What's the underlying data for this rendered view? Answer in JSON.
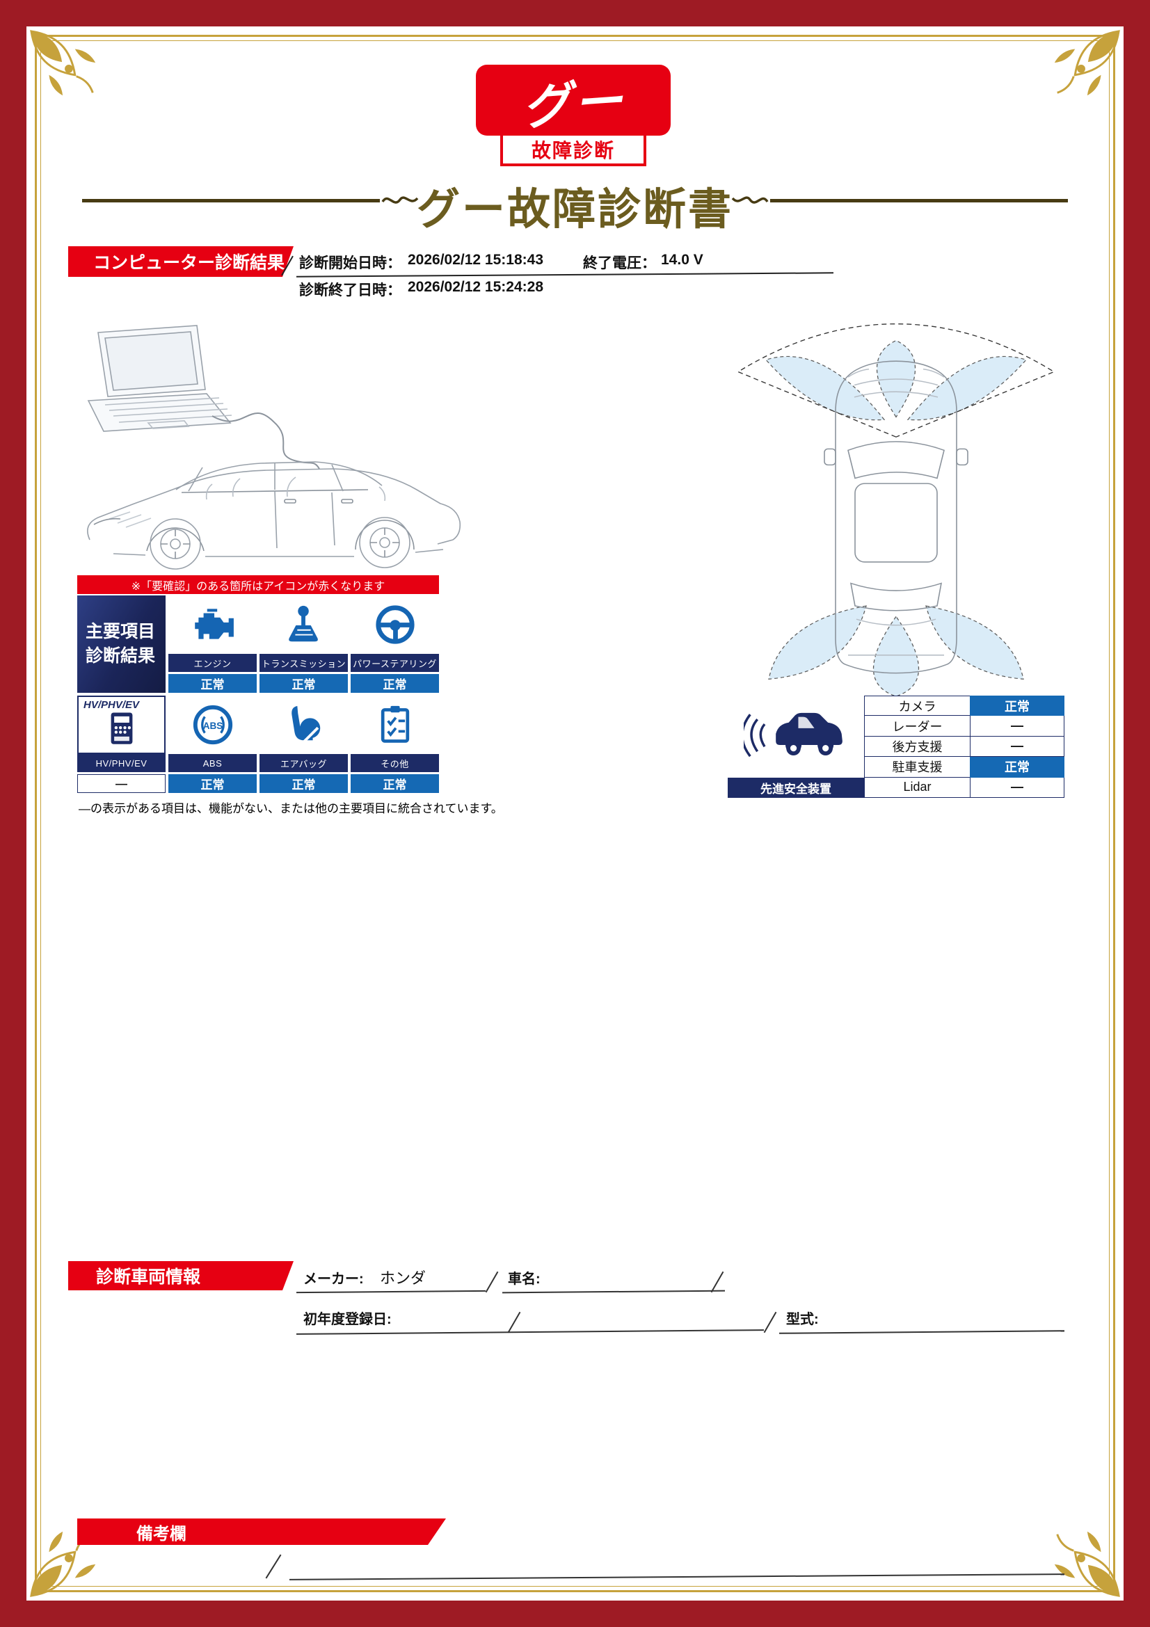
{
  "colors": {
    "brand_red": "#e60012",
    "border_red": "#9e1b24",
    "navy": "#1d2b66",
    "status_blue": "#1569b4",
    "icon_blue": "#1565b3",
    "title_gold": "#6b5c1f",
    "frame_gold": "#c6a23c",
    "sensor_fill": "#d9ecf8"
  },
  "logo": {
    "mark": "グー",
    "caption": "故障診断"
  },
  "title": "グー故障診断書",
  "computer_diagnosis": {
    "banner": "コンピューター診断結果",
    "start_label": "診断開始日時：",
    "start_value": "2026/02/12 15:18:43",
    "voltage_label": "終了電圧：",
    "voltage_value": "14.0 V",
    "end_label": "診断終了日時：",
    "end_value": "2026/02/12 15:24:28"
  },
  "notice": "※「要確認」のある箇所はアイコンが赤くなります",
  "main_grid": {
    "header_line1": "主要項目",
    "header_line2": "診断結果",
    "items": [
      {
        "label": "エンジン",
        "status": "正常",
        "icon": "engine-icon"
      },
      {
        "label": "トランスミッション",
        "status": "正常",
        "icon": "transmission-icon"
      },
      {
        "label": "パワーステアリング",
        "status": "正常",
        "icon": "steering-wheel-icon"
      },
      {
        "label": "HV/PHV/EV",
        "status": "―",
        "icon": "ev-charger-icon",
        "top_label": "HV/PHV/EV"
      },
      {
        "label": "ABS",
        "status": "正常",
        "icon": "abs-icon"
      },
      {
        "label": "エアバッグ",
        "status": "正常",
        "icon": "airbag-icon"
      },
      {
        "label": "その他",
        "status": "正常",
        "icon": "checklist-icon"
      }
    ],
    "footnote": "―の表示がある項目は、機能がない、または他の主要項目に統合されています。"
  },
  "safety": {
    "header": "先進安全装置",
    "icon": "car-safety-icon",
    "rows": [
      {
        "label": "カメラ",
        "status": "正常"
      },
      {
        "label": "レーダー",
        "status": "―"
      },
      {
        "label": "後方支援",
        "status": "―"
      },
      {
        "label": "駐車支援",
        "status": "正常"
      },
      {
        "label": "Lidar",
        "status": "―"
      }
    ]
  },
  "vehicle_info": {
    "banner": "診断車両情報",
    "maker_label": "メーカー:",
    "maker_value": "ホンダ",
    "name_label": "車名:",
    "reg_label": "初年度登録日:",
    "model_label": "型式:"
  },
  "remarks": {
    "banner": "備考欄"
  }
}
